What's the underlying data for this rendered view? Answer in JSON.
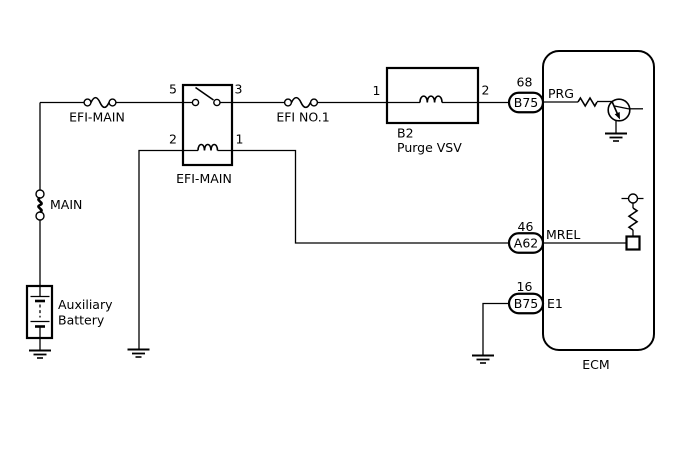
{
  "colors": {
    "line": "#000000",
    "background": "#ffffff"
  },
  "battery_circuit": {
    "fusible_link_label": "MAIN",
    "battery_label_line1": "Auxiliary",
    "battery_label_line2": "Battery"
  },
  "fuses": {
    "efi_main": "EFI-MAIN",
    "efi_no1": "EFI NO.1"
  },
  "relay": {
    "label": "EFI-MAIN",
    "pin_top_left": "5",
    "pin_top_right": "3",
    "pin_bottom_left": "2",
    "pin_bottom_right": "1"
  },
  "purge_vsv": {
    "code": "B2",
    "name": "Purge VSV",
    "pin_left": "1",
    "pin_right": "2"
  },
  "ecm": {
    "label": "ECM",
    "prg": {
      "pin_no": "68",
      "connector": "B75",
      "terminal": "PRG"
    },
    "mrel": {
      "pin_no": "46",
      "connector": "A62",
      "terminal": "MREL"
    },
    "e1": {
      "pin_no": "16",
      "connector": "B75",
      "terminal": "E1"
    }
  }
}
